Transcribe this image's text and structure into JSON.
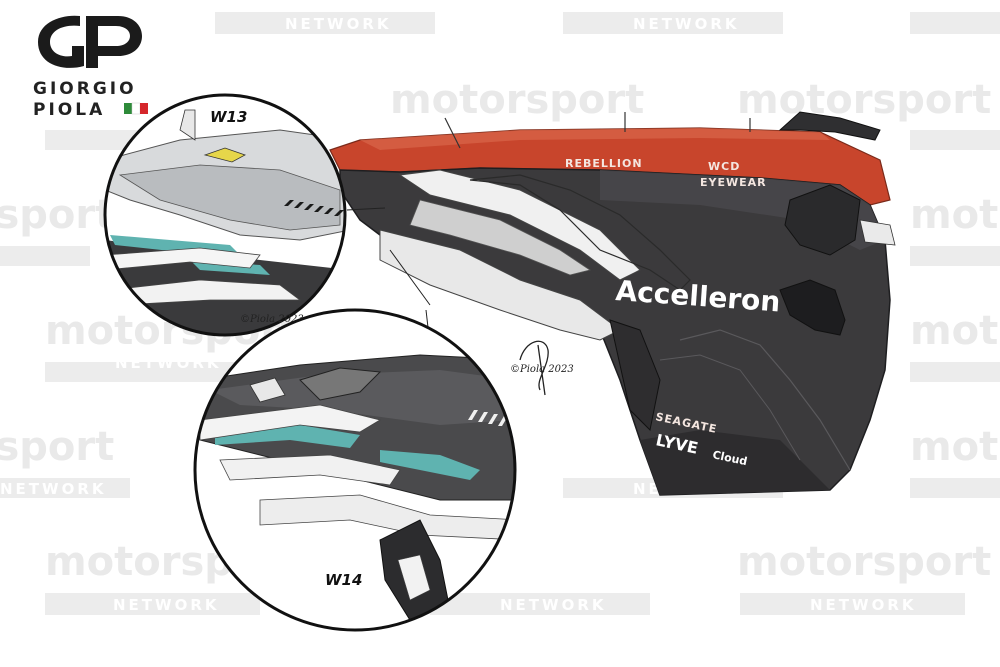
{
  "watermark": {
    "brand": "motorsport",
    "network": "NETWORK"
  },
  "logo": {
    "line1": "GIORGIO",
    "line2": "PIOLA",
    "flag_colors": [
      "#2e8b3a",
      "#ffffff",
      "#d5262b"
    ]
  },
  "car": {
    "sponsor_main": "Accelleron",
    "sponsor_rebellion": "REBELLION",
    "sponsor_wcd": "WCD",
    "sponsor_eyewear": "EYEWEAR",
    "sponsor_seagate": "SEAGATE",
    "sponsor_lyve": "LYVE",
    "sponsor_cloud": "Cloud",
    "body_color": "#3b3a3c",
    "red_color": "#c8452c"
  },
  "insets": {
    "top_label": "W13",
    "bottom_label": "W14",
    "accent_teal": "#5fb3b0"
  },
  "signature": {
    "text": "©Piola 2023"
  }
}
